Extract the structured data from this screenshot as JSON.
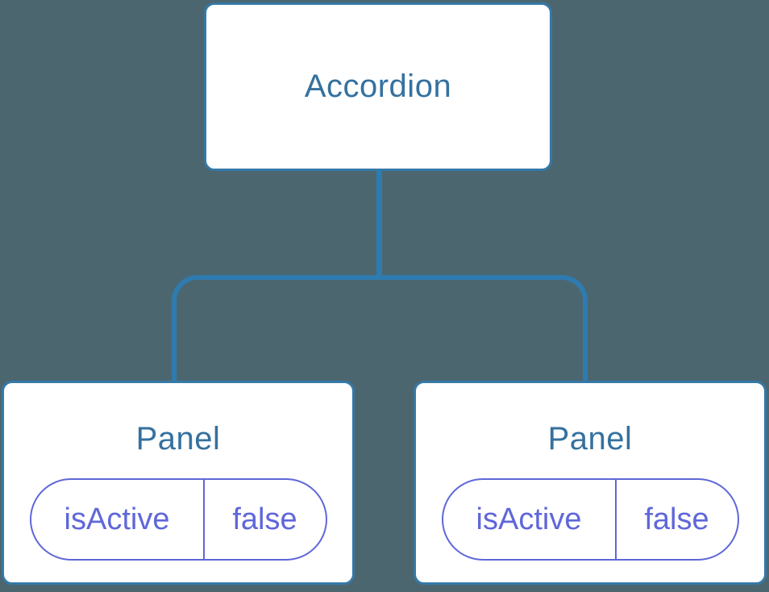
{
  "diagram": {
    "root": {
      "label": "Accordion"
    },
    "panels": [
      {
        "label": "Panel",
        "state": {
          "key": "isActive",
          "value": "false"
        }
      },
      {
        "label": "Panel",
        "state": {
          "key": "isActive",
          "value": "false"
        }
      }
    ]
  },
  "colors": {
    "background": "#4c6670",
    "box_fill": "#ffffff",
    "box_border": "#3579a7",
    "title_text": "#35719f",
    "connector": "#2e7bb0",
    "state_accent": "#5f67d9"
  }
}
